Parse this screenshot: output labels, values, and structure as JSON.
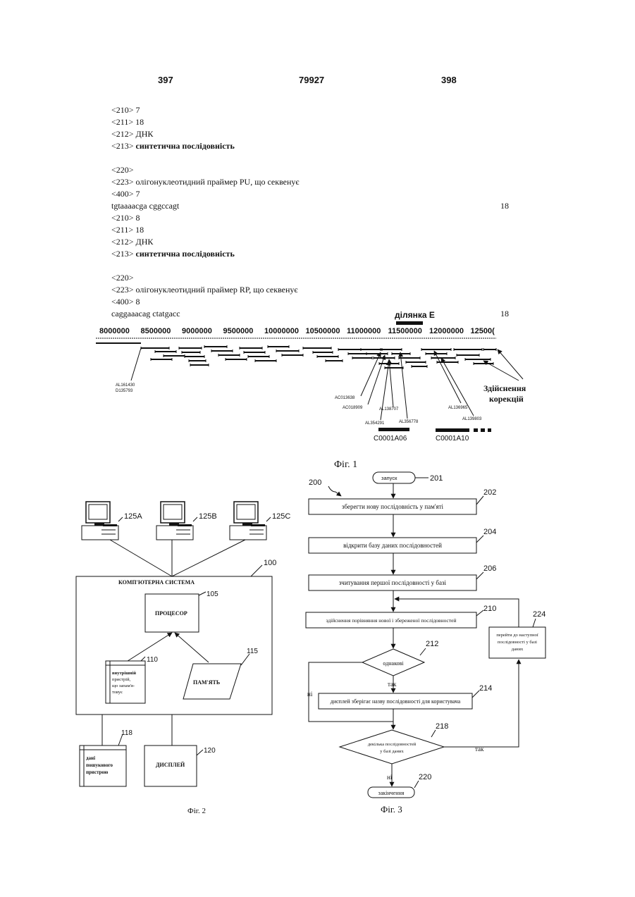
{
  "header": {
    "left_page": "397",
    "center": "79927",
    "right_page": "398"
  },
  "sequences": [
    {
      "lines": [
        {
          "text": "<210> 7"
        },
        {
          "text": "<211> 18"
        },
        {
          "text": "<212> ДНК"
        },
        {
          "text": "<213> синтетична послідовність",
          "bold_part": true
        },
        {
          "gap": true
        },
        {
          "text": "<220>"
        },
        {
          "text": "<223> олігонуклеотидний праймер PU, що секвенує"
        },
        {
          "text": "<400> 7"
        },
        {
          "text": "tgtaaaacga cggccagt",
          "count": "18"
        },
        {
          "text": "<210> 8"
        },
        {
          "text": "<211> 18"
        },
        {
          "text": "<212> ДНК"
        },
        {
          "text": "<213> синтетична послідовність",
          "bold_part": true
        },
        {
          "gap": true
        },
        {
          "text": "<220>"
        },
        {
          "text": "<223> олігонуклеотидний праймер RP, що секвенує"
        },
        {
          "text": "<400> 8"
        },
        {
          "text": "caggaaacag ctatgacc",
          "count": "18"
        }
      ]
    }
  ],
  "fig1": {
    "region_label": "ділянка Е",
    "scale_ticks": [
      "8000000",
      "8500000",
      "9000000",
      "9500000",
      "10000000",
      "10500000",
      "11000000",
      "11500000",
      "12000000",
      "12500("
    ],
    "accessions": [
      "AL161430",
      "D135793",
      "AC013638",
      "AC018909",
      "AL138707",
      "AL354291",
      "AL356778",
      "AL136965",
      "AL139803"
    ],
    "corrections_label_1": "Здійснення",
    "corrections_label_2": "корекцій",
    "contig_1": "C0001A06",
    "contig_2": "C0001A10",
    "caption": "Фіг. 1"
  },
  "fig2": {
    "terminals": [
      "125A",
      "125B",
      "125C"
    ],
    "system_ref": "100",
    "system_label": "КОМП'ЮТЕРНА СИСТЕМА",
    "processor_ref": "105",
    "processor_label": "ПРОЦЕСОР",
    "storage_ref": "110",
    "storage_label_1": "внутрішній",
    "storage_label_2": "пристрій,",
    "storage_label_3": "що запам'я-",
    "storage_label_4": "товує",
    "memory_ref": "115",
    "memory_label": "ПАМ'ЯТЬ",
    "search_ref": "118",
    "search_label_1": "дані",
    "search_label_2": "пошукового",
    "search_label_3": "пристрою",
    "display_ref": "120",
    "display_label": "ДИСПЛЕЙ",
    "caption": "Фіг. 2"
  },
  "fig3": {
    "ref_200": "200",
    "start_label": "запуск",
    "start_ref": "201",
    "step_202": "зберегти нову послідовність у пам'яті",
    "ref_202": "202",
    "step_204": "відкрити базу даних послідовностей",
    "ref_204": "204",
    "step_206": "зчитування першої послідовності у базі",
    "ref_206": "206",
    "step_210": "здійснення порівняння нової і збереженої послідовностей",
    "ref_210": "210",
    "decision_212": "однакові",
    "ref_212": "212",
    "yes_label": "так",
    "no_label": "ні",
    "step_214": "дисплей зберігає назву послідовності для користувача",
    "ref_214": "214",
    "decision_218_1": "декілька послідовностей",
    "decision_218_2": "у базі даних",
    "ref_218": "218",
    "step_224_1": "перейти до наступної",
    "step_224_2": "послідовності у базі",
    "step_224_3": "даних",
    "ref_224": "224",
    "end_label": "закінчення",
    "ref_220": "220",
    "caption": "Фіг. 3"
  }
}
